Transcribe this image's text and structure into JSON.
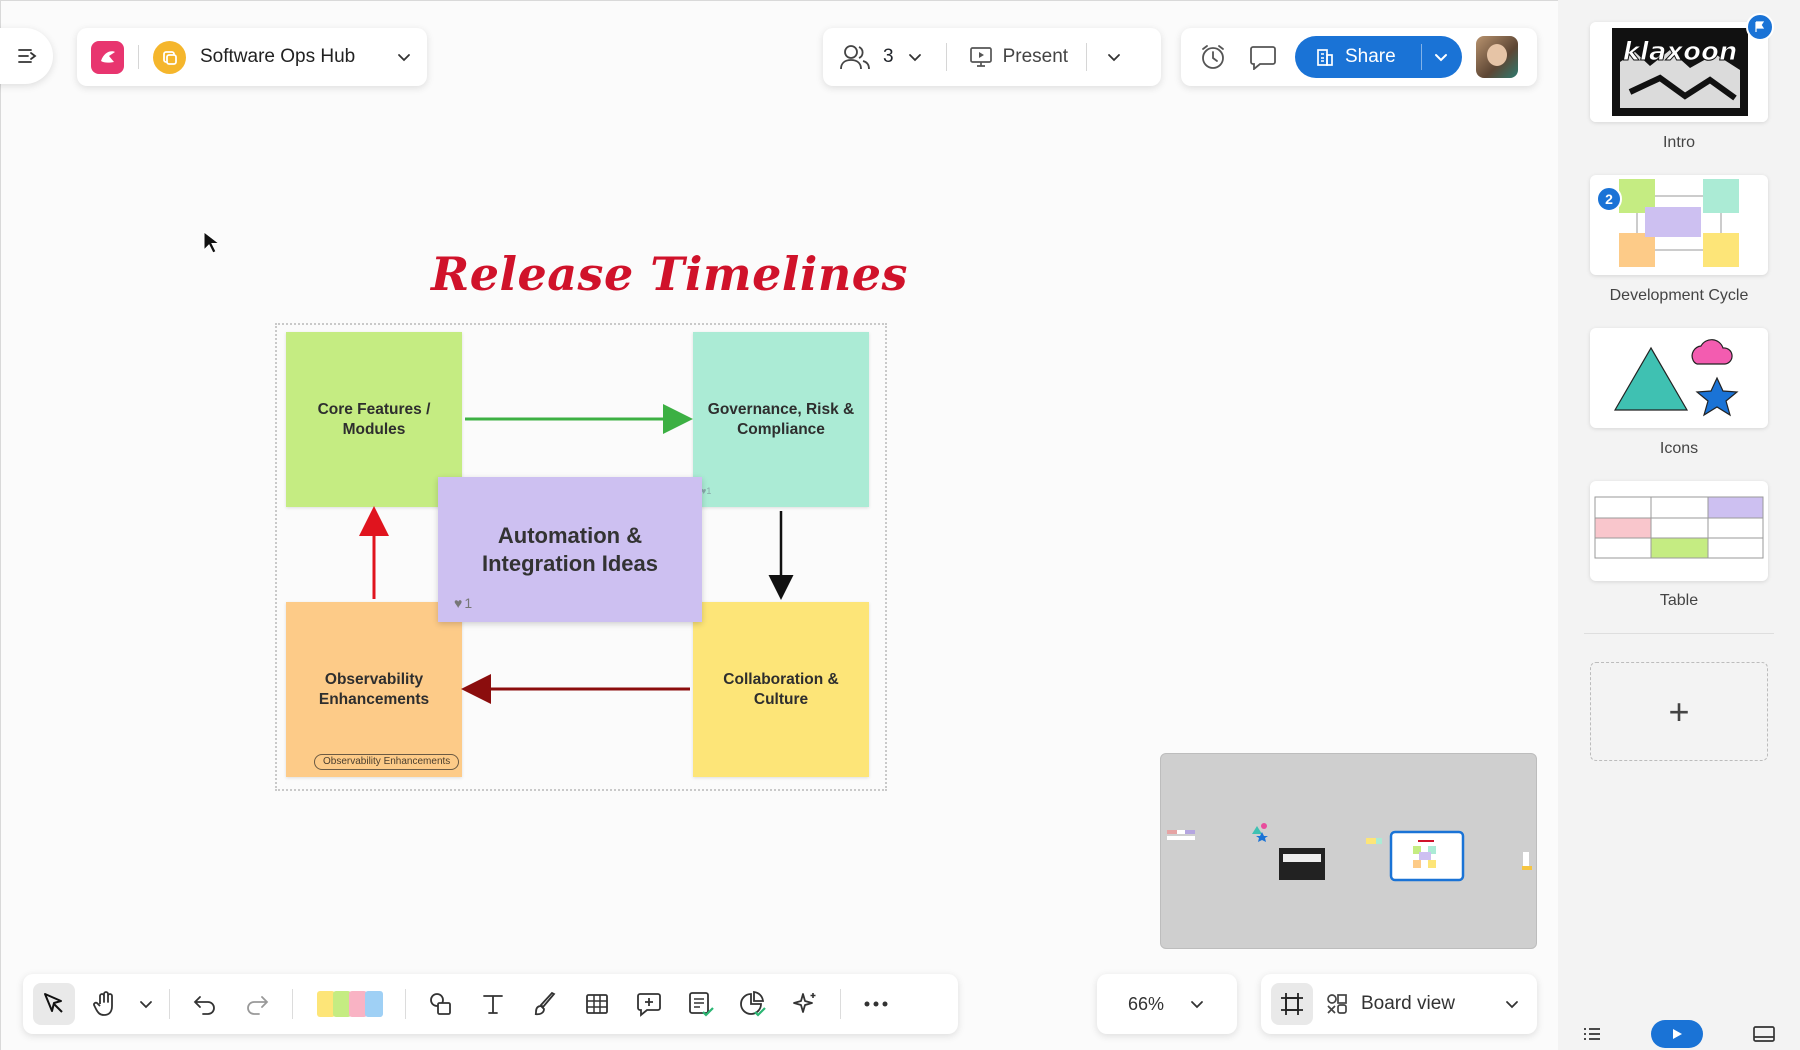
{
  "header": {
    "board_title": "Software Ops Hub",
    "participants_count": "3",
    "present_label": "Present",
    "share_label": "Share"
  },
  "canvas": {
    "frame_title": "Release Timelines",
    "notes": {
      "core": "Core Features / Modules",
      "governance": "Governance, Risk & Compliance",
      "observability": "Observability Enhancements",
      "observability_tag": "Observability Enhancements",
      "collaboration": "Collaboration & Culture",
      "automation": "Automation & Integration Ideas",
      "automation_likes": "1",
      "governance_likes": "1"
    }
  },
  "toolbar": {
    "zoom": "66%",
    "view_label": "Board view"
  },
  "frames": [
    {
      "label": "Intro",
      "logo_text": "klaxoon"
    },
    {
      "label": "Development Cycle",
      "badge": "2"
    },
    {
      "label": "Icons"
    },
    {
      "label": "Table"
    }
  ],
  "add_frame_label": "+",
  "colors": {
    "accent": "#1a73d6",
    "title_red": "#d0122a",
    "note_green": "#c5ec82",
    "note_teal": "#abebd5",
    "note_orange": "#fdcb88",
    "note_yellow": "#fde578",
    "note_purple": "#cdc0f1",
    "arrow_green": "#3cb043",
    "arrow_red": "#e0141e",
    "arrow_darkred": "#8b0d0d"
  }
}
